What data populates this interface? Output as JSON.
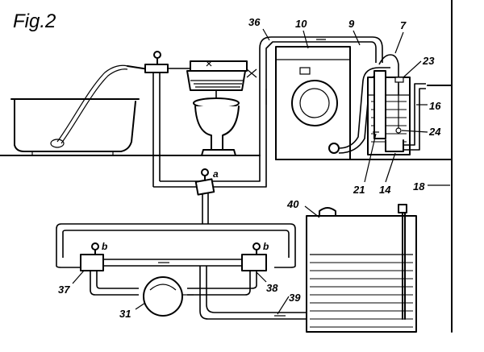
{
  "figure_label": "Fig.2",
  "labels": {
    "n36": "36",
    "n10": "10",
    "n9": "9",
    "n7": "7",
    "n23": "23",
    "n16": "16",
    "n24": "24",
    "n21": "21",
    "n14": "14",
    "n18": "18",
    "n40": "40",
    "n37": "37",
    "n38": "38",
    "n31": "31",
    "n39": "39",
    "valve_a": "a",
    "valve_b1": "b",
    "valve_b2": "b"
  }
}
